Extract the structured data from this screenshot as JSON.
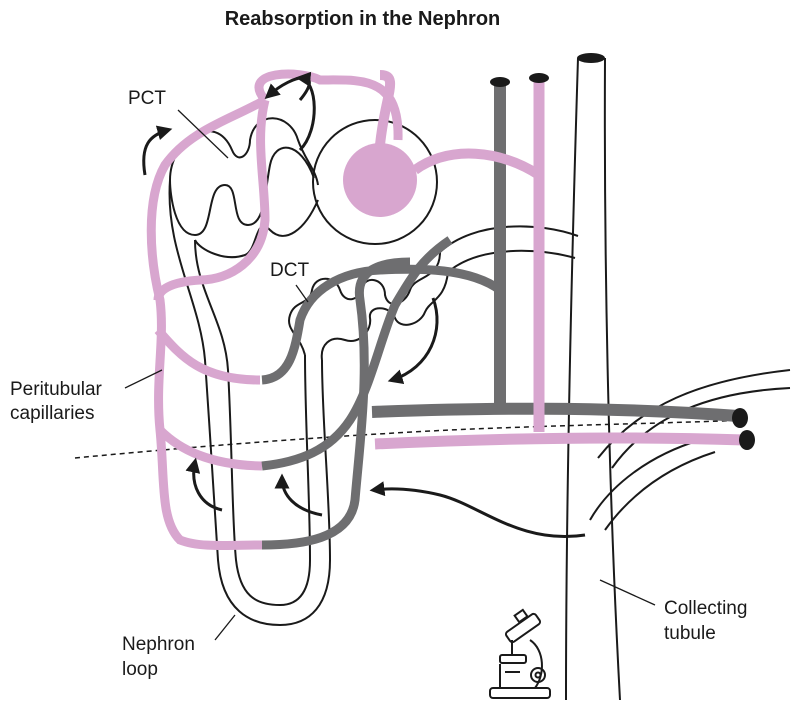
{
  "title": "Reabsorption in the Nephron",
  "labels": {
    "pct": "PCT",
    "dct": "DCT",
    "peritubular_line1": "Peritubular",
    "peritubular_line2": "capillaries",
    "collecting_line1": "Collecting",
    "collecting_line2": "tubule",
    "loop_line1": "Nephron",
    "loop_line2": "loop"
  },
  "colors": {
    "arteriole": "#d8a6cf",
    "venule": "#6e6e70",
    "outline": "#1a1a1a",
    "background": "#ffffff"
  },
  "icons": [
    "microscope-icon"
  ]
}
